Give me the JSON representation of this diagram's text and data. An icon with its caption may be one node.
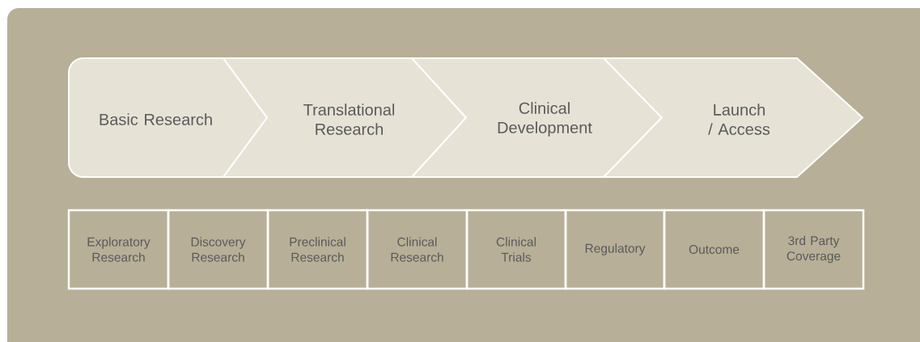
{
  "diagram": {
    "nodes": [
      {
        "text": [
          "Basic Research"
        ]
      },
      {
        "text": [
          "Translational Research"
        ]
      },
      {
        "text": [
          "Clinical Development"
        ]
      },
      {
        "text": [
          "Launch / Access"
        ]
      },
      {
        "text": [
          "Exploratory Research"
        ]
      },
      {
        "text": [
          "Discovery Research"
        ]
      },
      {
        "text": [
          "Preclinical Research"
        ]
      },
      {
        "text": [
          "Clinical Research"
        ]
      },
      {
        "text": [
          "Clinical Trials"
        ]
      },
      {
        "text": [
          "Regulatory"
        ]
      },
      {
        "text": [
          "Outcome"
        ]
      },
      {
        "text": [
          "3rd Party Coverage"
        ]
      }
    ]
  }
}
